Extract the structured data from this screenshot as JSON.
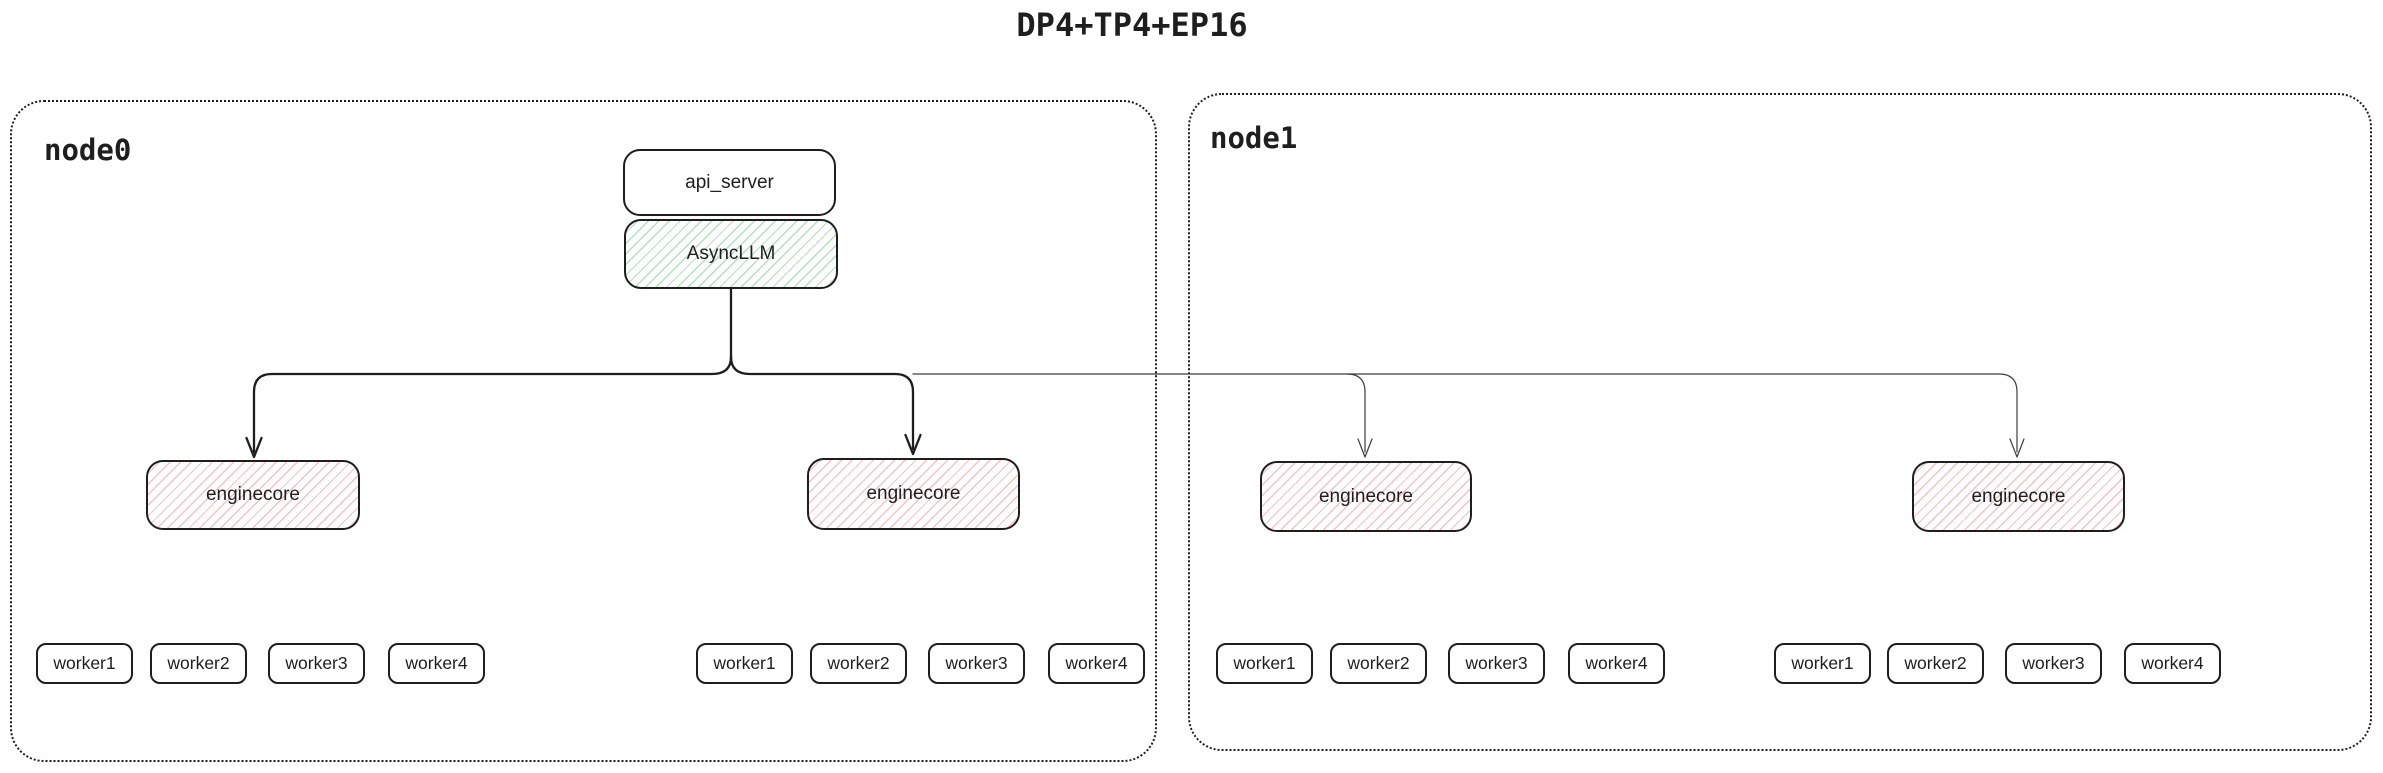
{
  "title": "DP4+TP4+EP16",
  "colors": {
    "ink": "#1e1e1e",
    "green_hatch": "#40c057",
    "red_hatch": "#e03131",
    "box_background": "#ffffff"
  },
  "nodes": [
    {
      "label": "node0"
    },
    {
      "label": "node1"
    }
  ],
  "stack": {
    "api_server": "api_server",
    "async_llm": "AsyncLLM"
  },
  "enginecores": [
    {
      "label": "enginecore"
    },
    {
      "label": "enginecore"
    },
    {
      "label": "enginecore"
    },
    {
      "label": "enginecore"
    }
  ],
  "worker_groups": [
    {
      "workers": [
        "worker1",
        "worker2",
        "worker3",
        "worker4"
      ]
    },
    {
      "workers": [
        "worker1",
        "worker2",
        "worker3",
        "worker4"
      ]
    },
    {
      "workers": [
        "worker1",
        "worker2",
        "worker3",
        "worker4"
      ]
    },
    {
      "workers": [
        "worker1",
        "worker2",
        "worker3",
        "worker4"
      ]
    }
  ]
}
